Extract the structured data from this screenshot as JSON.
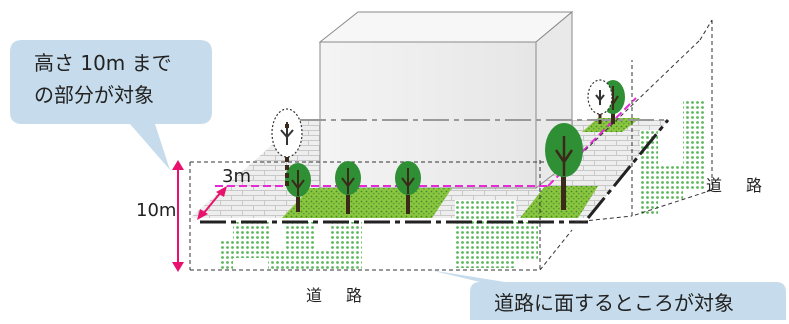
{
  "callout_height": {
    "line1": "高さ 10m まで",
    "line2": "の部分が対象"
  },
  "callout_road": {
    "text": "道路に面するところが対象"
  },
  "labels": {
    "height": "10m",
    "setback": "3m",
    "road_front": "道　路",
    "road_side": "道　路"
  },
  "colors": {
    "callout_fill": "#c6dcec",
    "height_arrow": "#e8126e",
    "setback_line": "#e62bd6",
    "tree_canopy": "#2f8f35",
    "tree_trunk": "#3b2a1a",
    "lawn": "#7bc142",
    "hedge_dots": "#4caf50",
    "building_edge": "#888888",
    "paving": "#d9d9d9"
  },
  "icons": [
    "tree-icon",
    "tree-sapling-icon",
    "height-arrow-icon",
    "setback-arrow-icon"
  ]
}
